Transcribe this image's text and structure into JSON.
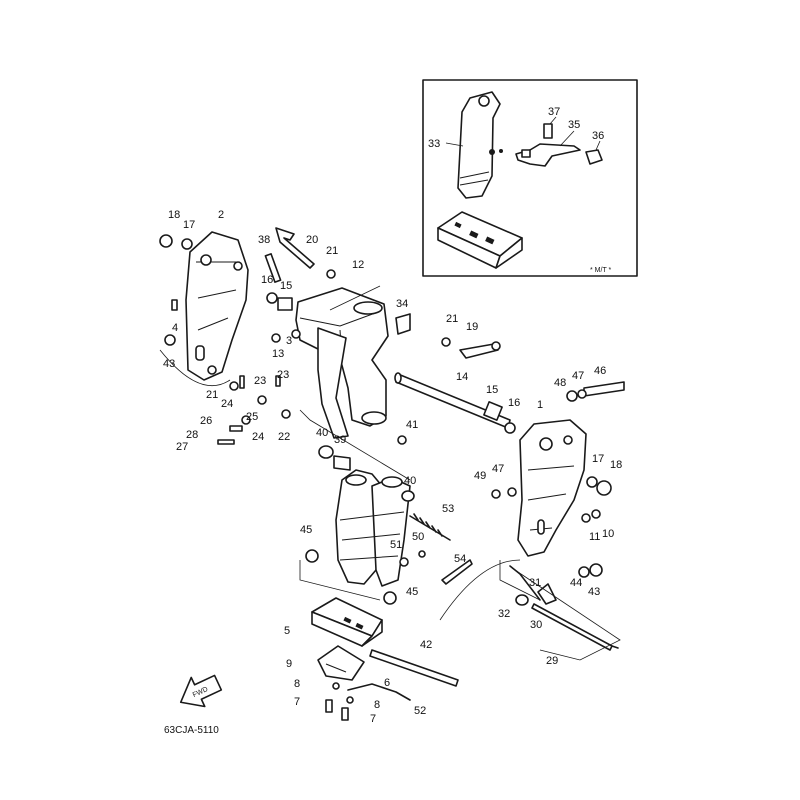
{
  "diagram": {
    "code": "63CJA-5110",
    "fwd_label": "FWD",
    "inset_label": "* M/T *"
  },
  "callouts": [
    {
      "id": "c2",
      "text": "2"
    },
    {
      "id": "c17a",
      "text": "17"
    },
    {
      "id": "c18a",
      "text": "18"
    },
    {
      "id": "c38",
      "text": "38"
    },
    {
      "id": "c20",
      "text": "20"
    },
    {
      "id": "c21a",
      "text": "21"
    },
    {
      "id": "c12",
      "text": "12"
    },
    {
      "id": "c16a",
      "text": "16"
    },
    {
      "id": "c15a",
      "text": "15"
    },
    {
      "id": "c34",
      "text": "34"
    },
    {
      "id": "c4",
      "text": "4"
    },
    {
      "id": "c3",
      "text": "3"
    },
    {
      "id": "c13",
      "text": "13"
    },
    {
      "id": "c43a",
      "text": "43"
    },
    {
      "id": "c21b",
      "text": "21"
    },
    {
      "id": "c19",
      "text": "19"
    },
    {
      "id": "c23a",
      "text": "23"
    },
    {
      "id": "c23b",
      "text": "23"
    },
    {
      "id": "c21c",
      "text": "21"
    },
    {
      "id": "c24a",
      "text": "24"
    },
    {
      "id": "c25",
      "text": "25"
    },
    {
      "id": "c26",
      "text": "26"
    },
    {
      "id": "c28",
      "text": "28"
    },
    {
      "id": "c27",
      "text": "27"
    },
    {
      "id": "c24b",
      "text": "24"
    },
    {
      "id": "c22",
      "text": "22"
    },
    {
      "id": "c14",
      "text": "14"
    },
    {
      "id": "c15b",
      "text": "15"
    },
    {
      "id": "c16b",
      "text": "16"
    },
    {
      "id": "c1",
      "text": "1"
    },
    {
      "id": "c48",
      "text": "48"
    },
    {
      "id": "c47a",
      "text": "47"
    },
    {
      "id": "c46",
      "text": "46"
    },
    {
      "id": "c41",
      "text": "41"
    },
    {
      "id": "c40a",
      "text": "40"
    },
    {
      "id": "c39",
      "text": "39"
    },
    {
      "id": "c40b",
      "text": "40"
    },
    {
      "id": "c17b",
      "text": "17"
    },
    {
      "id": "c18b",
      "text": "18"
    },
    {
      "id": "c49",
      "text": "49"
    },
    {
      "id": "c47b",
      "text": "47"
    },
    {
      "id": "c53",
      "text": "53"
    },
    {
      "id": "c11",
      "text": "11"
    },
    {
      "id": "c10",
      "text": "10"
    },
    {
      "id": "c45a",
      "text": "45"
    },
    {
      "id": "c51",
      "text": "51"
    },
    {
      "id": "c50",
      "text": "50"
    },
    {
      "id": "c54",
      "text": "54"
    },
    {
      "id": "c44",
      "text": "44"
    },
    {
      "id": "c43b",
      "text": "43"
    },
    {
      "id": "c45b",
      "text": "45"
    },
    {
      "id": "c31",
      "text": "31"
    },
    {
      "id": "c32",
      "text": "32"
    },
    {
      "id": "c30",
      "text": "30"
    },
    {
      "id": "c5",
      "text": "5"
    },
    {
      "id": "c42",
      "text": "42"
    },
    {
      "id": "c29",
      "text": "29"
    },
    {
      "id": "c9",
      "text": "9"
    },
    {
      "id": "c6",
      "text": "6"
    },
    {
      "id": "c8a",
      "text": "8"
    },
    {
      "id": "c8b",
      "text": "8"
    },
    {
      "id": "c7a",
      "text": "7"
    },
    {
      "id": "c7b",
      "text": "7"
    },
    {
      "id": "c52",
      "text": "52"
    },
    {
      "id": "c33",
      "text": "33"
    },
    {
      "id": "c37",
      "text": "37"
    },
    {
      "id": "c35",
      "text": "35"
    },
    {
      "id": "c36",
      "text": "36"
    }
  ]
}
